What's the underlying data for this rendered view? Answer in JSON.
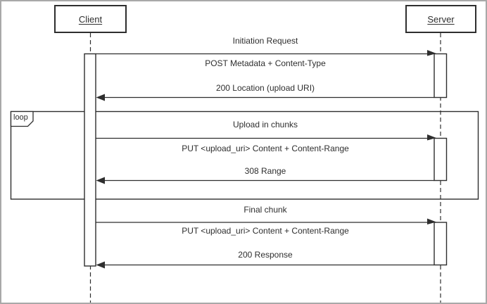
{
  "diagram": {
    "kind": "uml-sequence-diagram",
    "actors": [
      {
        "name": "Client"
      },
      {
        "name": "Server"
      }
    ],
    "fragment": {
      "label": "loop"
    },
    "sections": [
      {
        "header": "Initiation Request",
        "request": "POST Metadata + Content-Type",
        "response": "200 Location (upload URI)"
      },
      {
        "header": "Upload in chunks",
        "request": "PUT <upload_uri> Content + Content-Range",
        "response": "308 Range",
        "enclosed_in": "loop"
      },
      {
        "header": "Final chunk",
        "request": "PUT <upload_uri> Content + Content-Range",
        "response": "200 Response"
      }
    ],
    "colors": {
      "line": "#2e2e2e",
      "text": "#2e2e2e",
      "background": "#ffffff",
      "frame": "#a9a9a9"
    }
  }
}
